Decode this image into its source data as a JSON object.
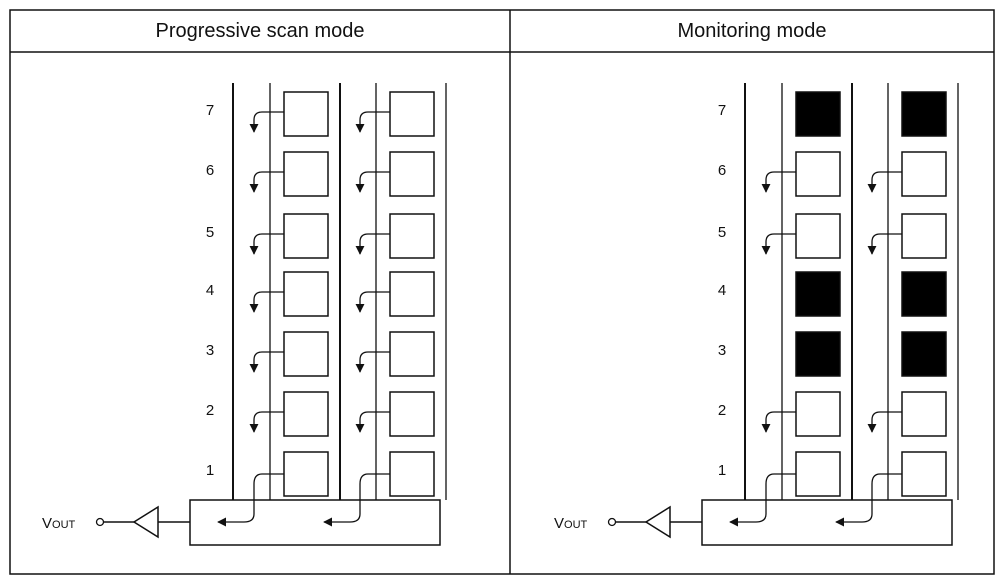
{
  "panels": [
    {
      "title": "Progressive scan mode",
      "row_labels": [
        "7",
        "6",
        "5",
        "4",
        "3",
        "2",
        "1"
      ],
      "output_label": {
        "main": "V",
        "sub": "OUT"
      },
      "pixel_states": [
        "open",
        "open",
        "open",
        "open",
        "open",
        "open",
        "open"
      ]
    },
    {
      "title": "Monitoring mode",
      "row_labels": [
        "7",
        "6",
        "5",
        "4",
        "3",
        "2",
        "1"
      ],
      "output_label": {
        "main": "V",
        "sub": "OUT"
      },
      "pixel_states": [
        "filled",
        "open",
        "open",
        "filled",
        "filled",
        "open",
        "open"
      ]
    }
  ],
  "colors": {
    "line": "#111111",
    "fill": "#000000",
    "background": "#ffffff"
  }
}
